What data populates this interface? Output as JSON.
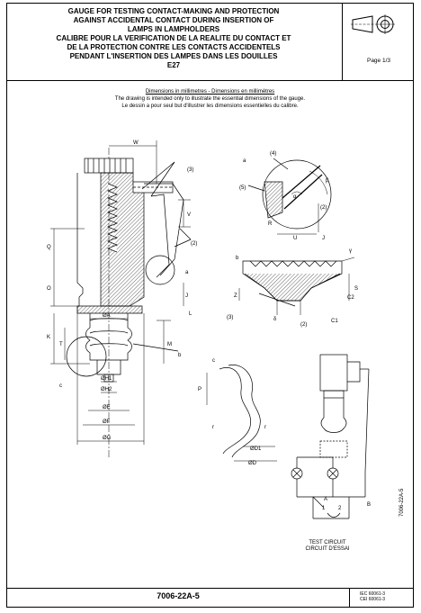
{
  "title_en": [
    "GAUGE FOR TESTING CONTACT-MAKING AND PROTECTION",
    "AGAINST ACCIDENTAL CONTACT DURING INSERTION OF",
    "LAMPS IN LAMPHOLDERS"
  ],
  "title_fr": [
    "CALIBRE POUR LA VERIFICATION DE LA REALITE DU CONTACT ET",
    "DE LA PROTECTION CONTRE LES CONTACTS ACCIDENTELS",
    "PENDANT L'INSERTION DES LAMPES DANS LES DOUILLES"
  ],
  "cap_type": "E27",
  "page_label": "Page 1/3",
  "dimensions_note": "Dimensions in millimetres - Dimensions en millimètres",
  "intent_en": "The drawing is intended only to illustrate the essential dimensions of the gauge.",
  "intent_fr": "Le dessin a pour seul but d'illustrer les dimensions essentielles du calibre.",
  "labels": {
    "W": "W",
    "Q": "Q",
    "O": "O",
    "K": "K",
    "T": "T",
    "J": "J",
    "L": "L",
    "M": "M",
    "V": "V",
    "A": "ØA",
    "H1": "ØH1",
    "H2": "ØH2",
    "E": "ØE",
    "F": "ØF",
    "G": "ØG",
    "P": "P",
    "r": "r",
    "D1": "ØD1",
    "D": "ØD",
    "alpha": "α",
    "beta": "β",
    "gamma": "γ",
    "delta": "δ",
    "R": "R",
    "U": "U",
    "S": "S",
    "Z": "Z",
    "C1": "C1",
    "C2": "C2",
    "note2": "(2)",
    "note3": "(3)",
    "note4": "(4)",
    "note5": "(5)",
    "det_a": "a",
    "det_b": "b",
    "det_c": "c",
    "sw_A": "A",
    "sw_B": "B",
    "sw_1": "1",
    "sw_2": "2",
    "side_text": "7006-22A-5"
  },
  "test_circuit_en": "TEST CIRCUIT",
  "test_circuit_fr": "CIRCUIT D'ESSAI",
  "sheet_code": "7006-22A-5",
  "iec_ref": "IEC 60061-3",
  "cei_ref": "CEI 60061-3"
}
